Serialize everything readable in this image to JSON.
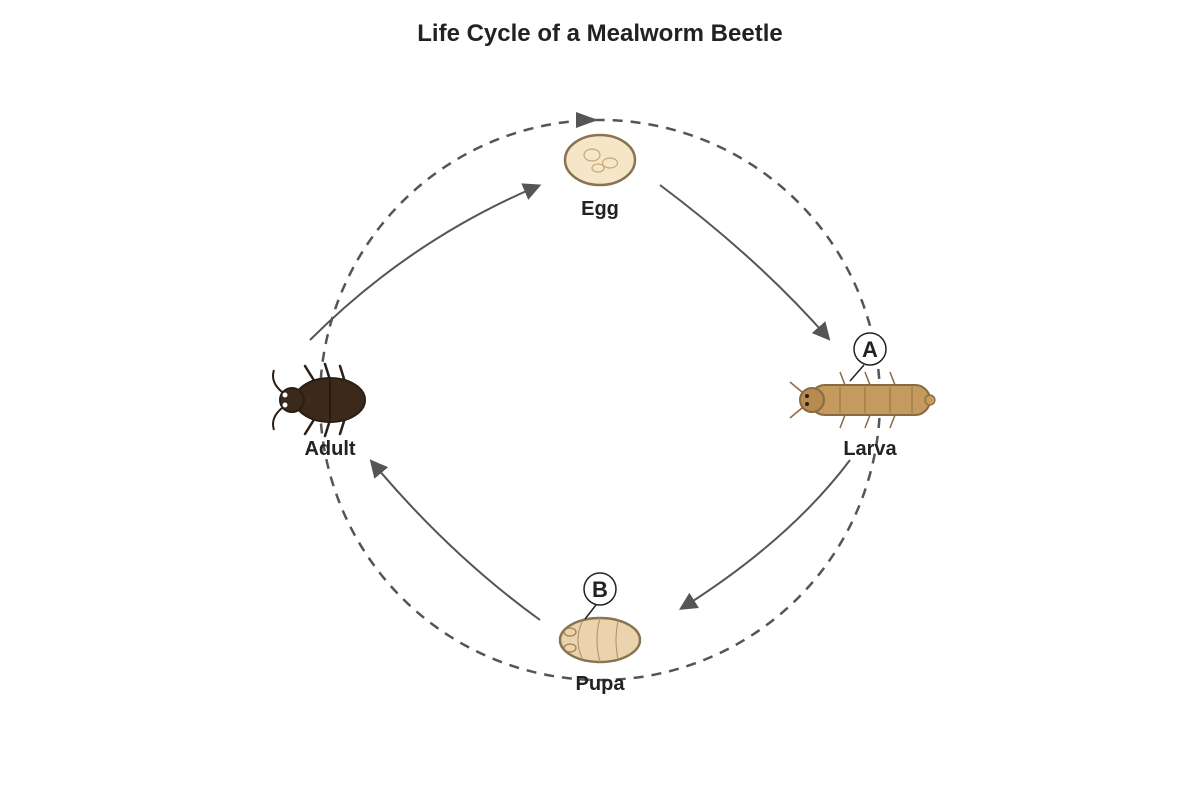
{
  "diagram": {
    "title": "Life Cycle of a Mealworm Beetle",
    "stages": {
      "egg": "Egg",
      "larva": "Larva",
      "pupa": "Pupa",
      "adult": "Adult"
    },
    "callouts": {
      "a": "A",
      "b": "B"
    },
    "colors": {
      "cycle_line": "#555555",
      "arrow": "#555555",
      "egg_fill": "#f5e6c8",
      "egg_stroke": "#8a7350",
      "larva_fill": "#c49a5e",
      "pupa_fill": "#ead3ad",
      "adult_fill": "#3b2a1c"
    }
  }
}
